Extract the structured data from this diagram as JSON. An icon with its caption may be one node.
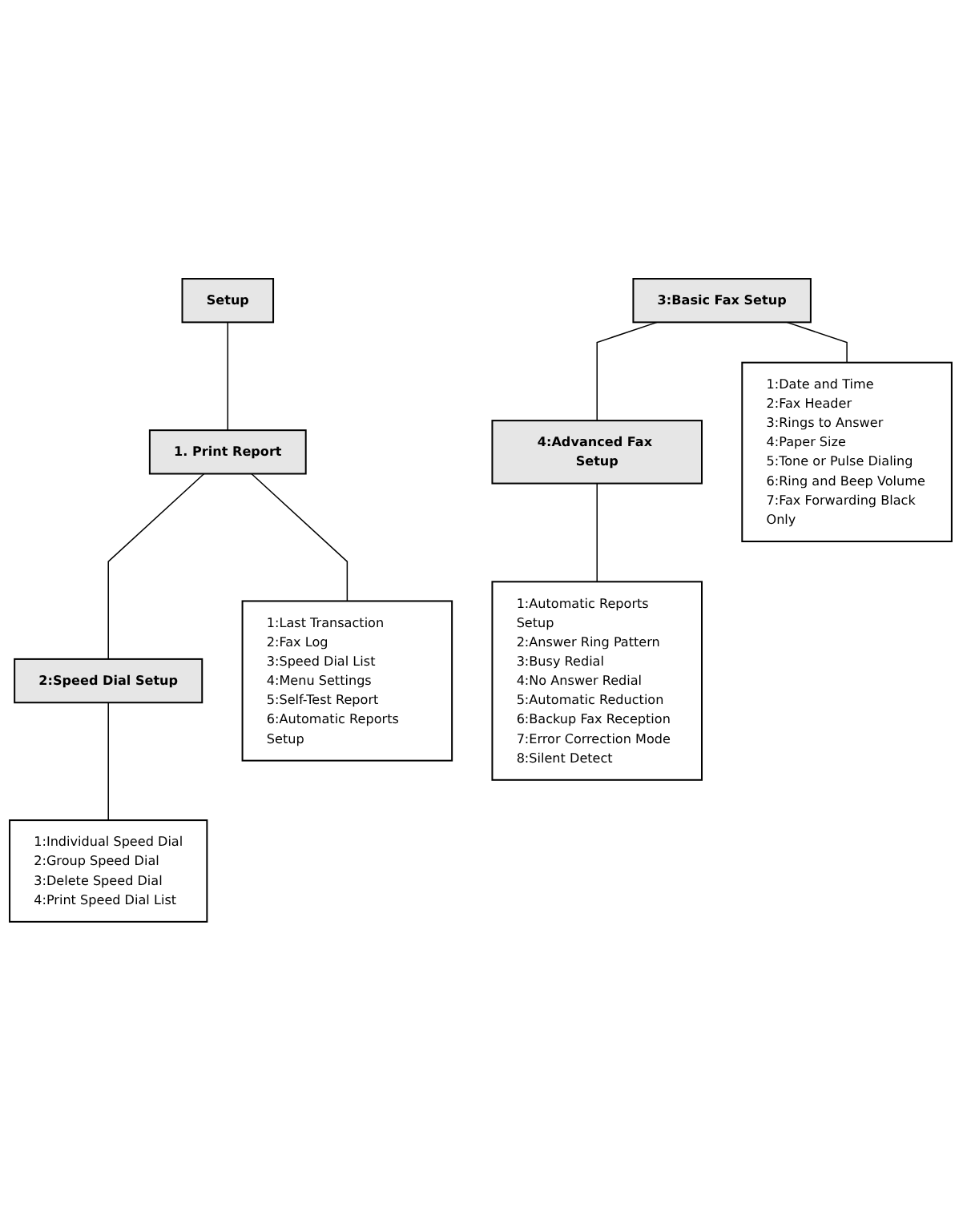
{
  "diagram": {
    "nodes": [
      {
        "text": [
          "Setup"
        ]
      },
      {
        "text": [
          "1. Print Report"
        ]
      },
      {
        "text": [
          "2:Speed Dial Setup"
        ]
      },
      {
        "text": [
          "1:Last Transaction",
          "2:Fax Log",
          "3:Speed Dial List",
          "4:Menu Settings",
          "5:Self-Test Report",
          "6:Automatic Reports Setup"
        ]
      },
      {
        "text": [
          "1:Individual Speed Dial",
          "2:Group Speed Dial",
          "3:Delete Speed Dial",
          "4:Print Speed Dial List"
        ]
      },
      {
        "text": [
          "3:Basic Fax Setup"
        ]
      },
      {
        "text": [
          "4:Advanced Fax Setup"
        ]
      },
      {
        "text": [
          "1:Date and Time",
          "2:Fax Header",
          "3:Rings to Answer",
          "4:Paper Size",
          "5:Tone or Pulse Dialing",
          "6:Ring and Beep Volume",
          "7:Fax Forwarding Black Only"
        ]
      },
      {
        "text": [
          "1:Automatic Reports Setup",
          "2:Answer Ring Pattern",
          "3:Busy Redial",
          "4:No Answer Redial",
          "5:Automatic Reduction",
          "6:Backup Fax Reception",
          "7:Error Correction Mode",
          "8:Silent Detect"
        ]
      }
    ],
    "edges": [
      {
        "from": 0,
        "to": 1,
        "arrow": "none"
      },
      {
        "from": 1,
        "to": 2,
        "arrow": "none"
      },
      {
        "from": 1,
        "to": 3,
        "arrow": "none"
      },
      {
        "from": 2,
        "to": 4,
        "arrow": "none"
      },
      {
        "from": 5,
        "to": 6,
        "arrow": "none"
      },
      {
        "from": 5,
        "to": 7,
        "arrow": "none"
      },
      {
        "from": 6,
        "to": 8,
        "arrow": "none"
      }
    ]
  }
}
